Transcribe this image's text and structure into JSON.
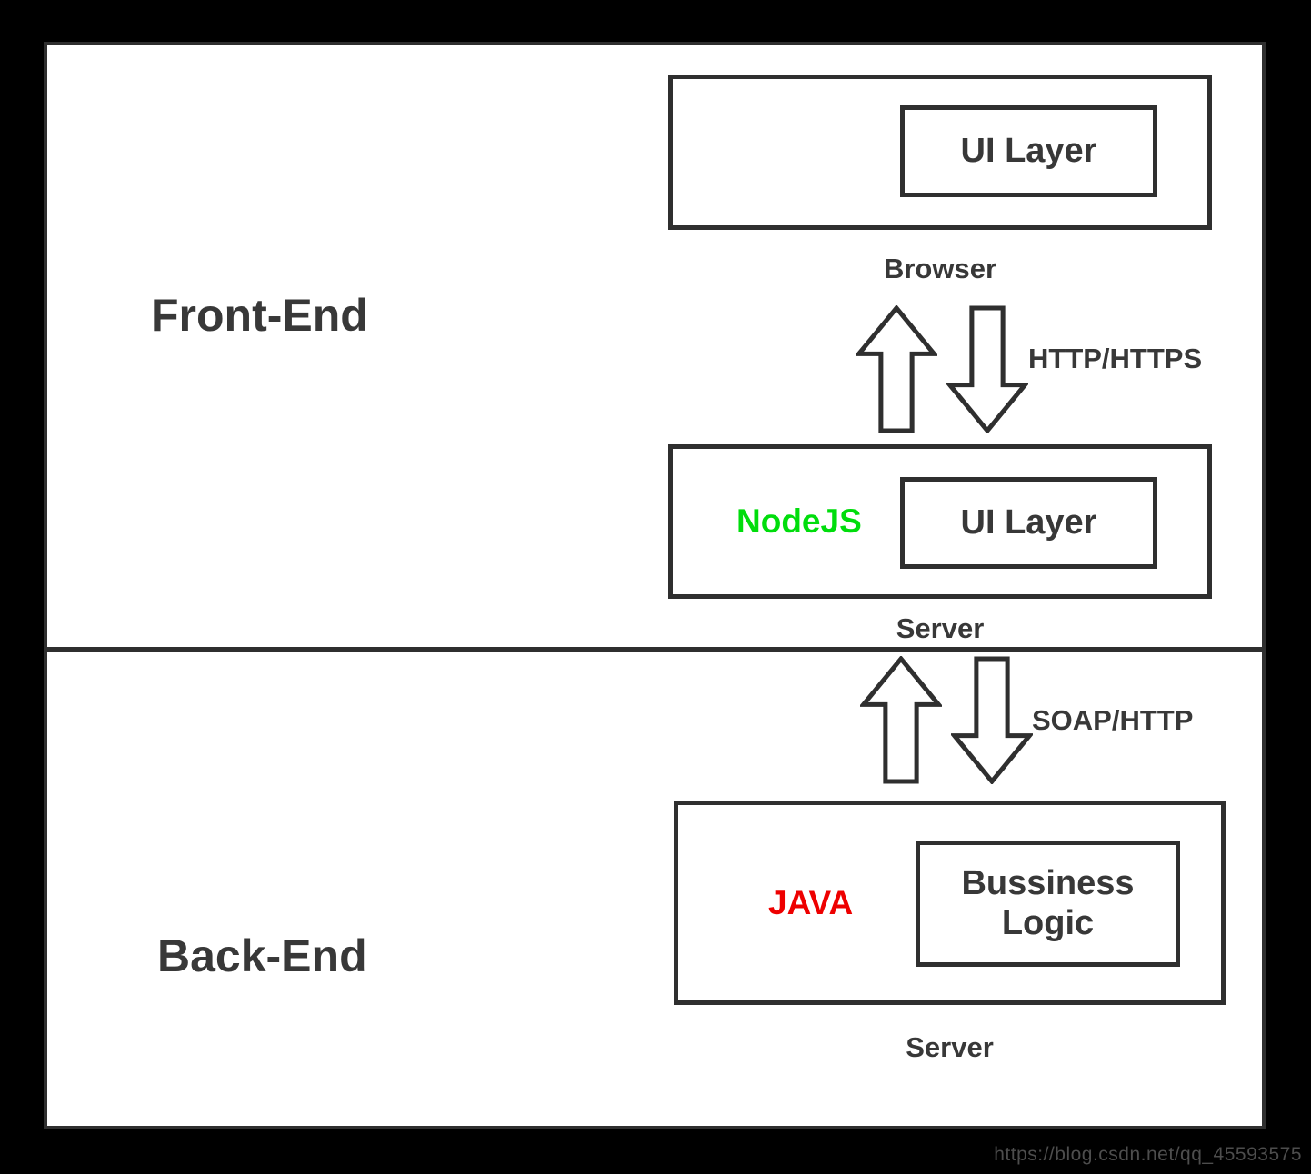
{
  "colors": {
    "nodejs_green": "#00dd0c",
    "java_red": "#ee0000",
    "ink": "#383838",
    "line": "#2f2f2f"
  },
  "sections": {
    "front_end": {
      "label": "Front-End"
    },
    "back_end": {
      "label": "Back-End"
    }
  },
  "nodes": {
    "browser": {
      "inner": "UI Layer",
      "caption": "Browser"
    },
    "node_server": {
      "tech": "NodeJS",
      "inner": "UI Layer",
      "caption": "Server"
    },
    "java_server": {
      "tech": "JAVA",
      "inner": "Bussiness Logic",
      "caption": "Server"
    }
  },
  "connections": {
    "browser_node": {
      "label": "HTTP/HTTPS"
    },
    "node_java": {
      "label": "SOAP/HTTP"
    }
  },
  "watermark": "https://blog.csdn.net/qq_45593575"
}
